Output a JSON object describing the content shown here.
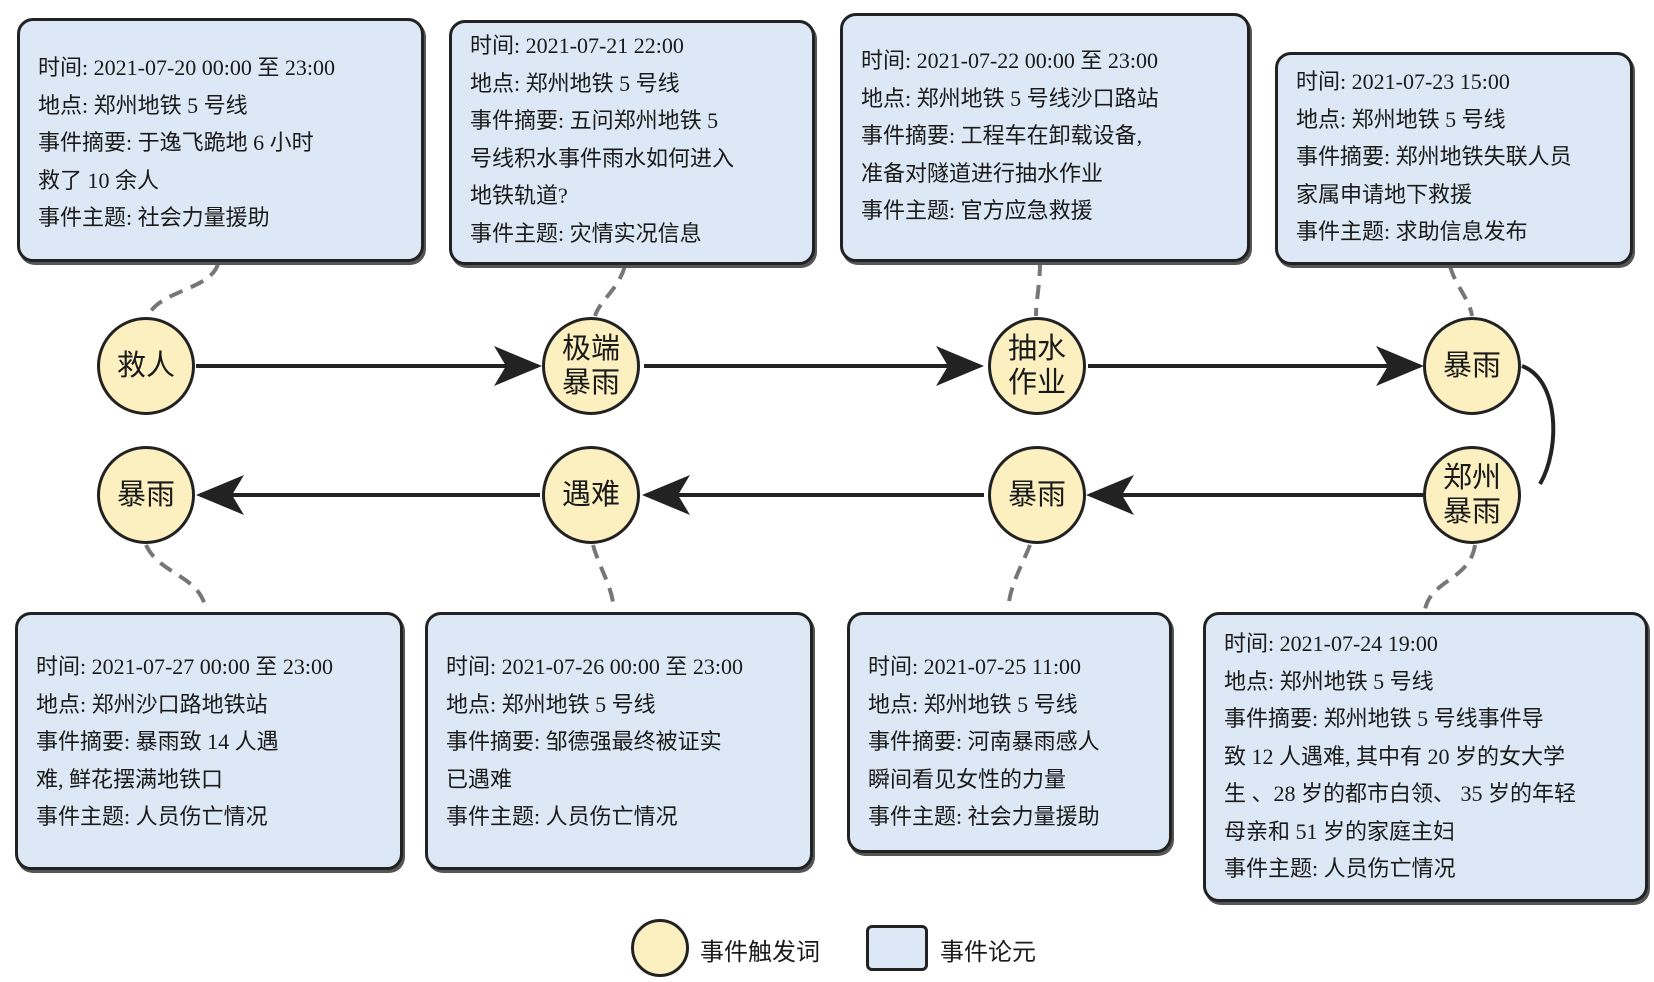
{
  "nodes": {
    "top": [
      "救人",
      "极端暴雨",
      "抽水作业",
      "暴雨"
    ],
    "bottom": [
      "暴雨",
      "遇难",
      "暴雨",
      "郑州暴雨"
    ]
  },
  "events": [
    {
      "lines": [
        "时间: 2021-07-20 00:00 至 23:00",
        "地点: 郑州地铁 5 号线",
        "事件摘要: 于逸飞跪地 6 小时",
        "救了 10 余人",
        "事件主题: 社会力量援助"
      ]
    },
    {
      "lines": [
        "时间: 2021-07-21 22:00",
        "地点: 郑州地铁 5 号线",
        "事件摘要: 五问郑州地铁 5",
        "号线积水事件雨水如何进入",
        "地铁轨道?",
        "事件主题: 灾情实况信息"
      ]
    },
    {
      "lines": [
        "时间: 2021-07-22 00:00 至 23:00",
        "地点: 郑州地铁 5 号线沙口路站",
        "事件摘要: 工程车在卸载设备,",
        "准备对隧道进行抽水作业",
        "事件主题: 官方应急救援"
      ]
    },
    {
      "lines": [
        "时间: 2021-07-23 15:00",
        "地点: 郑州地铁 5 号线",
        "事件摘要: 郑州地铁失联人员",
        "家属申请地下救援",
        "事件主题: 求助信息发布"
      ]
    },
    {
      "lines": [
        "时间: 2021-07-27 00:00 至 23:00",
        "地点: 郑州沙口路地铁站",
        "事件摘要: 暴雨致 14 人遇",
        "难, 鲜花摆满地铁口",
        "事件主题: 人员伤亡情况"
      ]
    },
    {
      "lines": [
        "时间: 2021-07-26 00:00 至 23:00",
        "地点: 郑州地铁 5 号线",
        "事件摘要: 邹德强最终被证实",
        "已遇难",
        "事件主题: 人员伤亡情况"
      ]
    },
    {
      "lines": [
        "时间: 2021-07-25 11:00",
        "地点: 郑州地铁 5 号线",
        "事件摘要: 河南暴雨感人",
        "瞬间看见女性的力量",
        "事件主题: 社会力量援助"
      ]
    },
    {
      "lines": [
        "时间: 2021-07-24 19:00",
        "地点: 郑州地铁 5 号线",
        "事件摘要: 郑州地铁 5 号线事件导",
        "致 12 人遇难, 其中有 20 岁的女大学",
        "生 、28 岁的都市白领、 35 岁的年轻",
        "母亲和 51 岁的家庭主妇",
        "事件主题: 人员伤亡情况"
      ]
    }
  ],
  "legend": {
    "trigger": "事件触发词",
    "argument": "事件论元"
  },
  "colors": {
    "node": "#fcf0c0",
    "box": "#dce8f5",
    "line": "#222222"
  }
}
